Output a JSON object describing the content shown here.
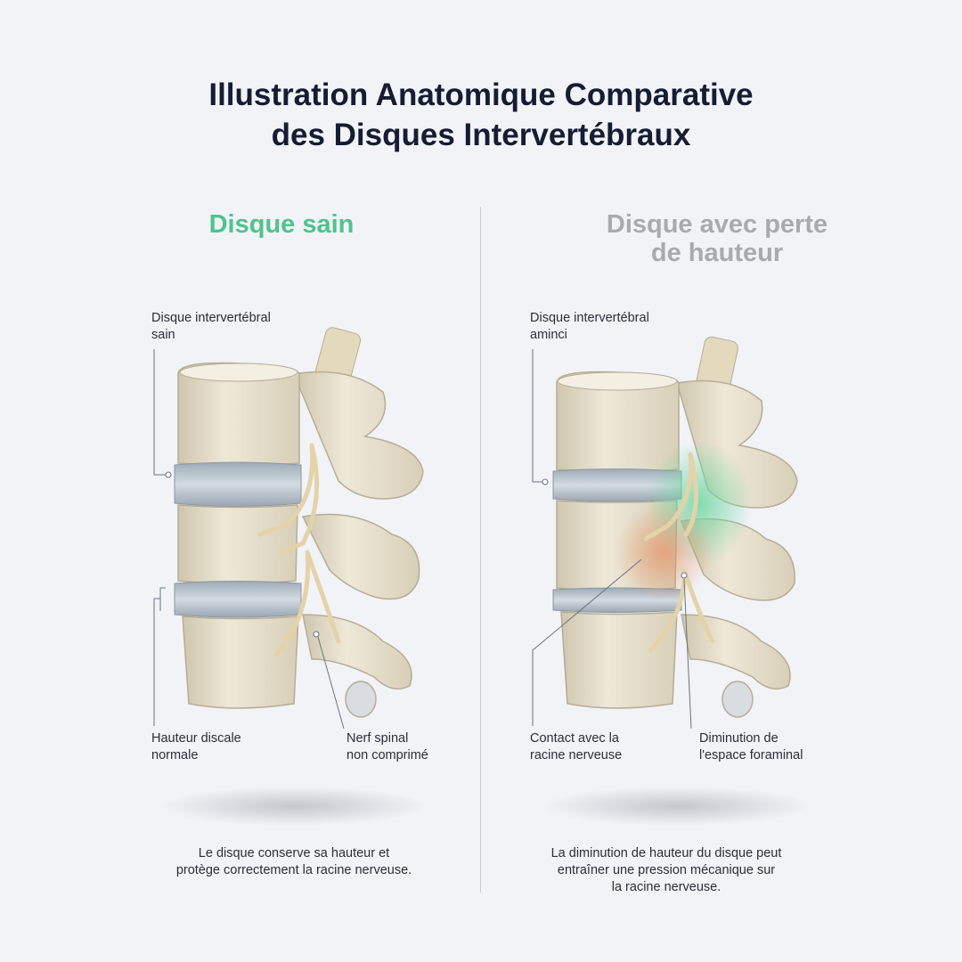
{
  "title": {
    "line1": "Illustration Anatomique Comparative",
    "line2": "des Disques Intervertébraux"
  },
  "left_panel": {
    "heading": "Disque sain",
    "label_disc": {
      "line1": "Disque intervertébral",
      "line2": "sain"
    },
    "label_height": {
      "line1": "Hauteur discale",
      "line2": "normale"
    },
    "label_nerve": {
      "line1": "Nerf spinal",
      "line2": "non comprimé"
    },
    "caption": {
      "line1": "Le disque conserve sa hauteur et",
      "line2": "protège correctement la racine nerveuse."
    }
  },
  "right_panel": {
    "heading": {
      "line1": "Disque avec perte",
      "line2": "de hauteur"
    },
    "label_disc": {
      "line1": "Disque intervertébral",
      "line2": "aminci"
    },
    "label_contact": {
      "line1": "Contact avec la",
      "line2": "racine nerveuse"
    },
    "label_foramen": {
      "line1": "Diminution de",
      "line2": "l'espace foraminal"
    },
    "caption": {
      "line1": "La diminution de hauteur du disque peut",
      "line2": "entraîner une pression mécanique sur",
      "line3": "la racine nerveuse."
    }
  },
  "colors": {
    "healthy": "#4fc38b",
    "degenerated": "#a9aaad",
    "bone": "#e9e2cf",
    "disc": "#b7c2cc",
    "inflammation_green": "#7fd9a8",
    "inflammation_orange": "#e8a27a"
  }
}
